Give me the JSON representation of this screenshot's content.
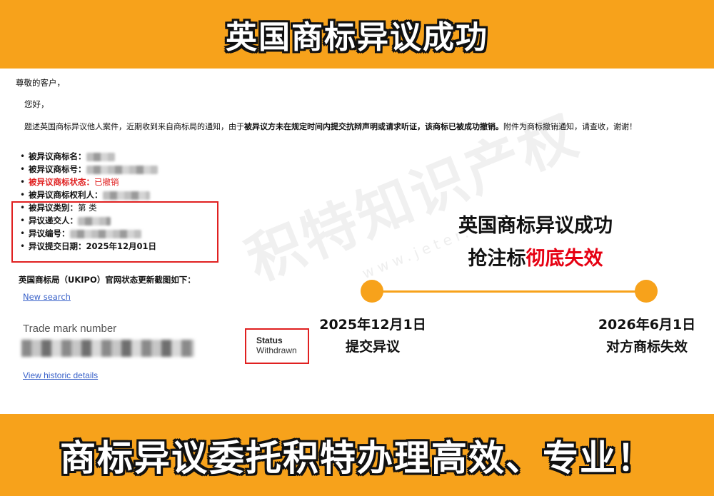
{
  "banner_top": {
    "title": "英国商标异议成功"
  },
  "email": {
    "greeting": "尊敬的客户，",
    "hello": "您好，",
    "intro_prefix": "题述英国商标异议他人案件，近期收到来自商标局的通知，由于",
    "intro_bold": "被异议方未在规定时间内提交抗辩声明或请求听证，该商标已被成功撤销。",
    "intro_suffix": "附件为商标撤销通知，请查收，谢谢！",
    "fields": [
      {
        "label": "被异议商标名：",
        "value": ""
      },
      {
        "label": "被异议商标号：",
        "value": ""
      },
      {
        "label": "被异议商标状态：",
        "value": "已撤销"
      },
      {
        "label": "被异议商标权利人：",
        "value": ""
      },
      {
        "label": "被异议类别：",
        "value": "第  类"
      },
      {
        "label": "异议递交人：",
        "value": ""
      },
      {
        "label": "异议编号：",
        "value": ""
      },
      {
        "label": "异议提交日期：",
        "value": "2025年12月01日"
      }
    ],
    "ukipo_note": "英国商标局（UKIPO）官网状态更新截图如下：",
    "new_search": "New search",
    "trade_mark_number_label": "Trade mark number",
    "view_historic": "View historic details",
    "status_label": "Status",
    "status_value": "Withdrawn"
  },
  "watermark": {
    "text": "积特知识产权",
    "url": "www.jeter.com"
  },
  "panel": {
    "headline1": "英国商标异议成功",
    "headline2_prefix": "抢注标",
    "headline2_emphasis": "彻底失效",
    "left_date": "2025年12月1日",
    "left_desc": "提交异议",
    "right_date": "2026年6月1日",
    "right_desc": "对方商标失效"
  },
  "banner_bottom": {
    "title": "商标异议委托积特办理高效、专业！"
  },
  "colors": {
    "orange": "#f7a21b",
    "red": "#e02020",
    "link": "#3a62c9"
  }
}
